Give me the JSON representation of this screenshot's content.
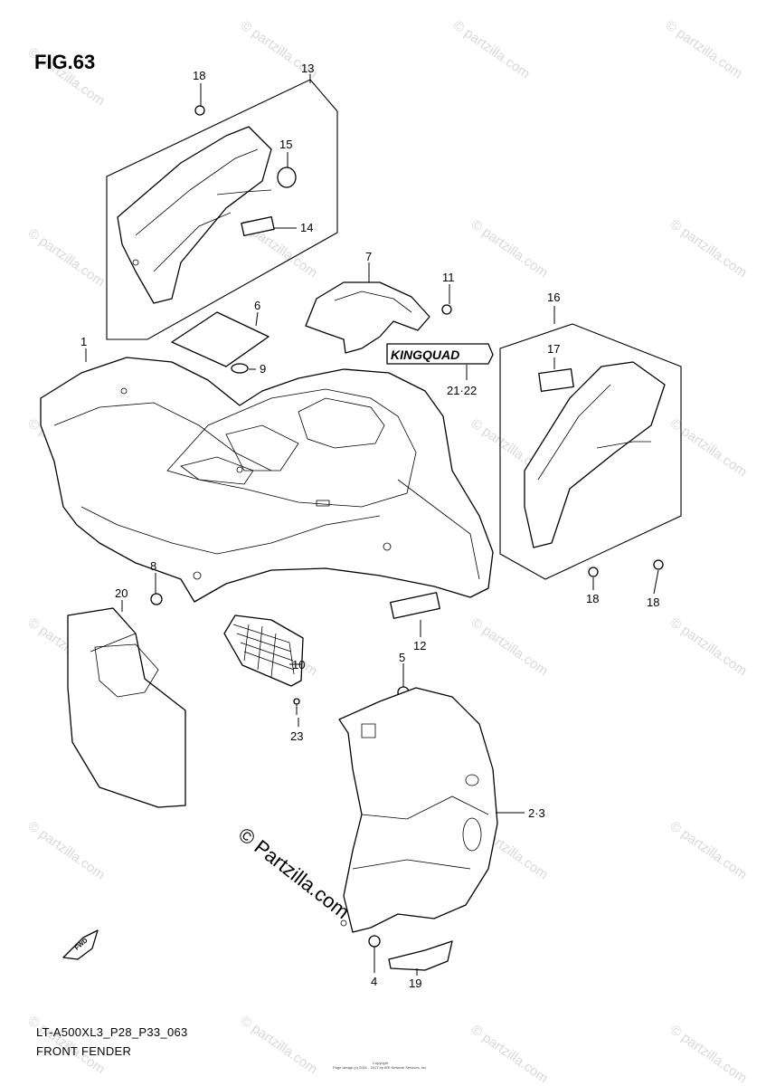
{
  "figure": {
    "title": "FIG.63",
    "code": "LT-A500XL3_P28_P33_063",
    "name": "FRONT FENDER"
  },
  "parts": [
    {
      "id": "p1",
      "label": "1"
    },
    {
      "id": "p2_3",
      "label": "2·3"
    },
    {
      "id": "p4",
      "label": "4"
    },
    {
      "id": "p5",
      "label": "5"
    },
    {
      "id": "p6",
      "label": "6"
    },
    {
      "id": "p7",
      "label": "7"
    },
    {
      "id": "p8",
      "label": "8"
    },
    {
      "id": "p9",
      "label": "9"
    },
    {
      "id": "p10",
      "label": "10"
    },
    {
      "id": "p11",
      "label": "11"
    },
    {
      "id": "p12",
      "label": "12"
    },
    {
      "id": "p13",
      "label": "13"
    },
    {
      "id": "p14",
      "label": "14"
    },
    {
      "id": "p15",
      "label": "15"
    },
    {
      "id": "p16",
      "label": "16"
    },
    {
      "id": "p17",
      "label": "17"
    },
    {
      "id": "p18a",
      "label": "18"
    },
    {
      "id": "p18b",
      "label": "18"
    },
    {
      "id": "p18c",
      "label": "18"
    },
    {
      "id": "p19",
      "label": "19"
    },
    {
      "id": "p20",
      "label": "20"
    },
    {
      "id": "p21_22",
      "label": "21·22"
    },
    {
      "id": "p23",
      "label": "23"
    }
  ],
  "decal_text": "KINGQUAD",
  "fwd_arrow_text": "FWD",
  "watermark": {
    "big": "© Partzilla.com",
    "small": "© partzilla.com"
  },
  "copyright_lines": [
    "Copyright",
    "Page design (c) 2001 - 2017 by ARI Network Services, Inc."
  ]
}
